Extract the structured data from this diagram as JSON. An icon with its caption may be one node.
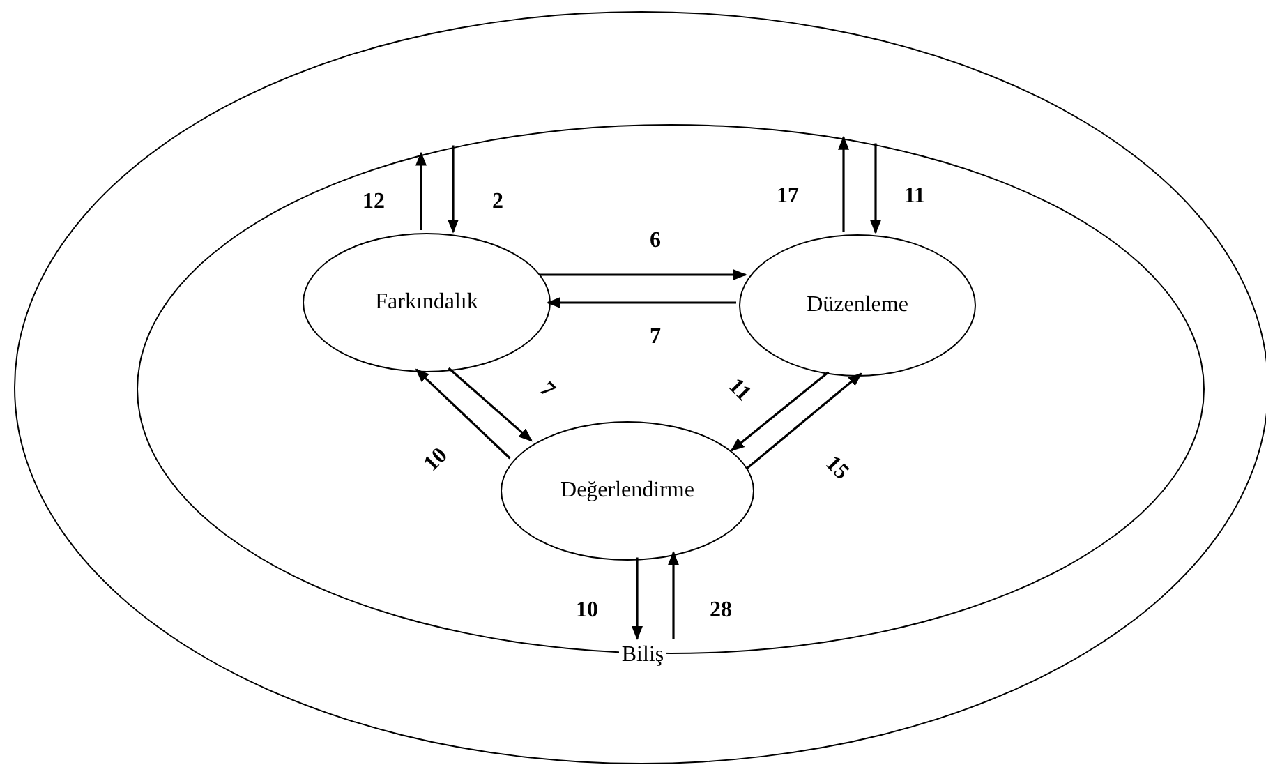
{
  "diagram": {
    "nodes": [
      {
        "text": [],
        "shape": "ellipse"
      },
      {
        "text": [],
        "shape": "ellipse",
        "in": 0
      },
      {
        "text": [
          "Farkındalık"
        ],
        "in": 1
      },
      {
        "text": [
          "Düzenleme"
        ],
        "in": 1
      },
      {
        "text": [
          "Değerlendirme"
        ],
        "in": 1
      },
      {
        "text": [
          "Biliş"
        ],
        "in": 0
      }
    ],
    "edges": [
      {
        "from": 2,
        "to": 1,
        "arrow": "to",
        "label": "12"
      },
      {
        "from": 1,
        "to": 2,
        "arrow": "to",
        "label": "2"
      },
      {
        "from": 3,
        "to": 1,
        "arrow": "to",
        "label": "17"
      },
      {
        "from": 1,
        "to": 3,
        "arrow": "to",
        "label": "11"
      },
      {
        "from": 2,
        "to": 3,
        "arrow": "to",
        "label": "6"
      },
      {
        "from": 3,
        "to": 2,
        "arrow": "to",
        "label": "7"
      },
      {
        "from": 2,
        "to": 4,
        "arrow": "to",
        "label": "7"
      },
      {
        "from": 4,
        "to": 2,
        "arrow": "to",
        "label": "10"
      },
      {
        "from": 3,
        "to": 4,
        "arrow": "to",
        "label": "11"
      },
      {
        "from": 4,
        "to": 3,
        "arrow": "to",
        "label": "15"
      },
      {
        "from": 4,
        "to": 5,
        "arrow": "to",
        "label": "10"
      },
      {
        "from": 5,
        "to": 4,
        "arrow": "to",
        "label": "28"
      }
    ]
  }
}
